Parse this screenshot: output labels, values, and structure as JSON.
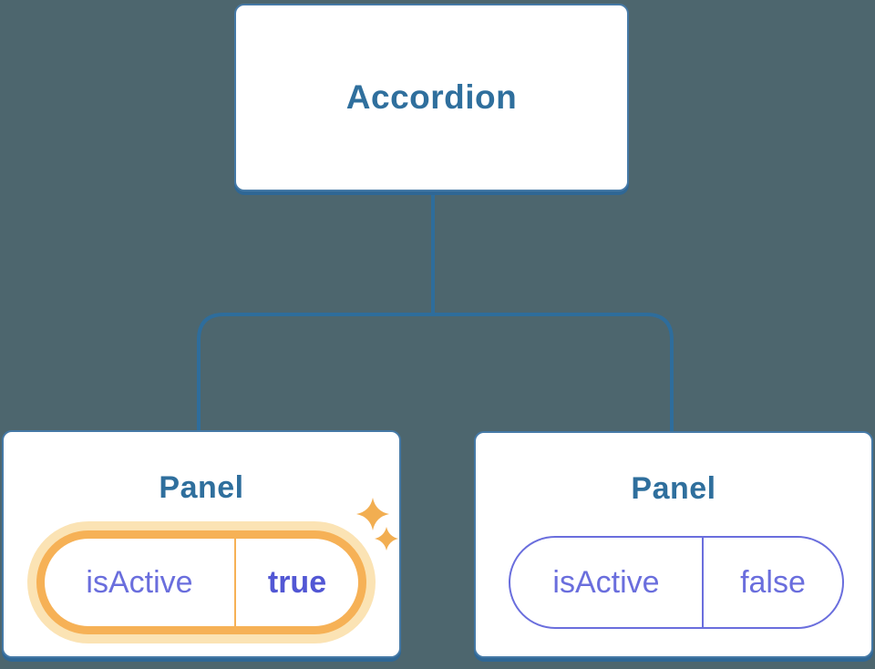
{
  "diagram": {
    "root": {
      "label": "Accordion"
    },
    "panels": [
      {
        "title": "Panel",
        "prop": "isActive",
        "value": "true",
        "highlighted": true
      },
      {
        "title": "Panel",
        "prop": "isActive",
        "value": "false",
        "highlighted": false
      }
    ],
    "colors": {
      "background": "#4d666e",
      "card_border": "#4579a6",
      "card_shadow": "#2f6795",
      "heading_text": "#2f6f9d",
      "connector": "#2e6d9c",
      "state_text": "#6a6edd",
      "state_value_active": "#5257d4",
      "active_border": "#f6b156",
      "active_glow": "#fbe3b4",
      "sparkle": "#f2ae51"
    }
  }
}
